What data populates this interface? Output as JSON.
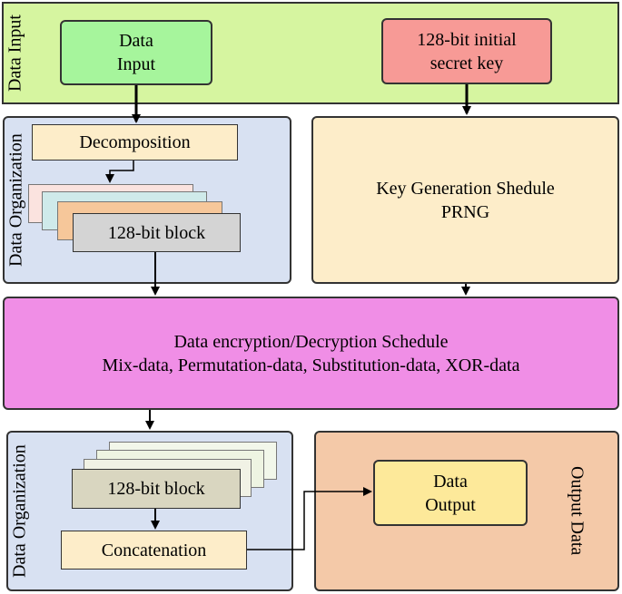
{
  "data_input_section": {
    "label": "Data Input"
  },
  "data_input_box": {
    "line1": "Data",
    "line2": "Input"
  },
  "secret_key_box": {
    "line1": "128-bit initial",
    "line2": "secret key"
  },
  "data_org_top": {
    "label": "Data Organization",
    "decomposition": "Decomposition",
    "block": "128-bit block"
  },
  "key_gen": {
    "line1": "Key Generation Shedule",
    "line2": "PRNG"
  },
  "encryption": {
    "line1": "Data encryption/Decryption Schedule",
    "line2": "Mix-data, Permutation-data, Substitution-data, XOR-data"
  },
  "data_org_bottom": {
    "label": "Data Organization",
    "block": "128-bit block",
    "concatenation": "Concatenation"
  },
  "output_section": {
    "label": "Output Data"
  },
  "data_output_box": {
    "line1": "Data",
    "line2": "Output"
  },
  "colors": {
    "input_band": "#d6f5a0",
    "data_input": "#a6f59c",
    "secret_key": "#f79a96",
    "org_panel": "#d8e1f2",
    "keygen_panel": "#fdedc9",
    "encryption": "#f08ee6",
    "output_panel": "#f4c9a8",
    "data_output": "#fde99a"
  }
}
